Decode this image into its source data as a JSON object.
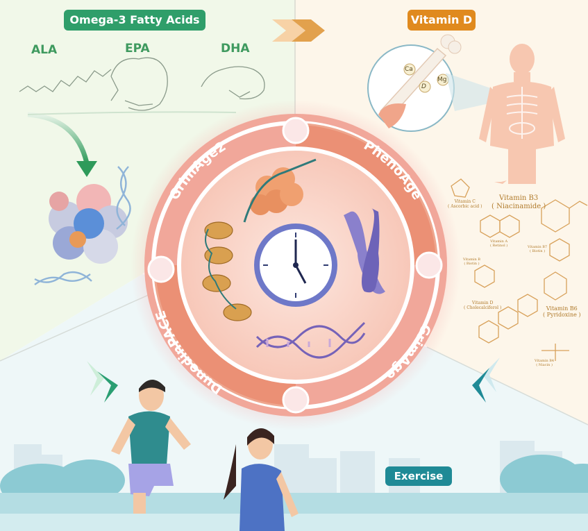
{
  "omega": {
    "title": "Omega-3 Fatty Acids",
    "molecules": [
      "ALA",
      "EPA",
      "DHA"
    ],
    "color": "#2f9e6a"
  },
  "vitamin_d": {
    "title": "Vitamin D",
    "minerals": [
      "Ca",
      "Mg",
      "D"
    ],
    "color": "#e08a1e"
  },
  "clock_names": [
    "GrimAge2",
    "PhenoAge",
    "GrimAge",
    "DunedinPACE"
  ],
  "vitamins": [
    {
      "name": "Vitamin C",
      "sub": "( Ascorbic acid )"
    },
    {
      "name": "Vitamin B3",
      "sub": "( Niacinamide )"
    },
    {
      "name": "Vitamin A",
      "sub": "( Retinol )"
    },
    {
      "name": "Vitamin B7",
      "sub": "( Biotin )"
    },
    {
      "name": "Vitamin B",
      "sub": "( Biotin )"
    },
    {
      "name": "Vitamin D",
      "sub": "( Cholecalciferol )"
    },
    {
      "name": "Vitamin B6",
      "sub": "( Pyridoxine )"
    },
    {
      "name": "Vitamin B4",
      "sub": "( Niacin )"
    }
  ],
  "exercise": {
    "title": "Exercise",
    "color": "#1f8a96"
  }
}
